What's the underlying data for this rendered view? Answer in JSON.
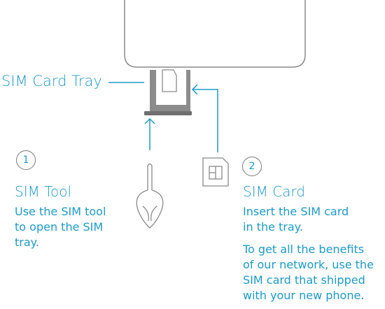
{
  "sim_tray_label": "SIM Card Tray",
  "steps": [
    {
      "number": "1",
      "title": "SIM Tool",
      "description": [
        "Use the SIM tool",
        "to open the SIM",
        "tray."
      ]
    },
    {
      "number": "2",
      "title": "SIM Card",
      "description": [
        "Insert the SIM card",
        "in the tray."
      ],
      "note": [
        "To get all the benefits",
        "of our network, use the",
        "SIM card that shipped",
        "with your new phone."
      ]
    }
  ],
  "colors": {
    "accent": "#1e9ac8",
    "outline": "#7b7b7b",
    "tray": "#8c8c8c"
  },
  "icons": [
    "phone-outline",
    "sim-tray-icon",
    "sim-tool-icon",
    "sim-card-icon",
    "up-arrow-icon",
    "left-arrow-icon"
  ]
}
